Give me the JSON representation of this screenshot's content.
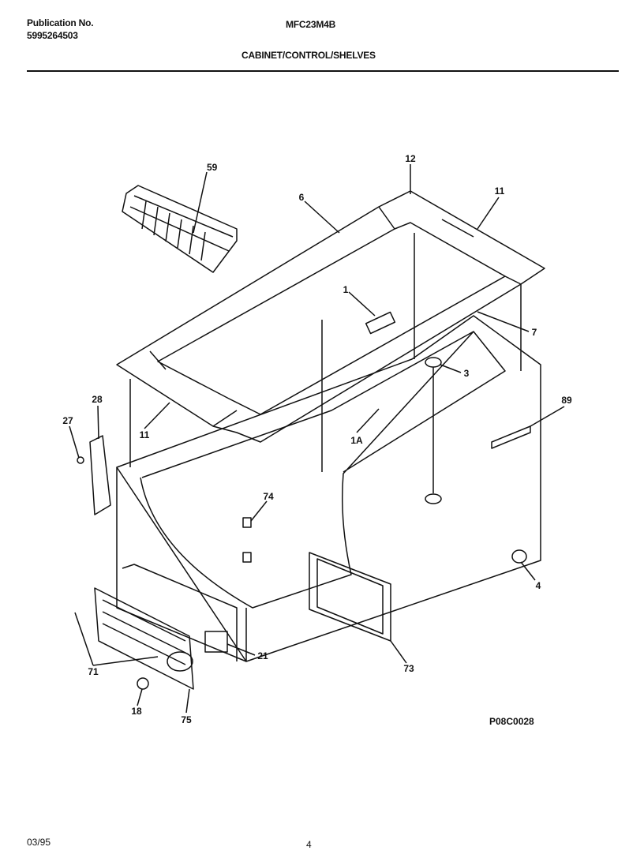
{
  "header": {
    "pub_label": "Publication No.",
    "pub_number": "5995264503",
    "model": "MFC23M4B",
    "section_title": "CABINET/CONTROL/SHELVES"
  },
  "diagram_code": "P08C0028",
  "footer": {
    "date": "03/95",
    "page": "4"
  },
  "callouts": [
    {
      "label": "59"
    },
    {
      "label": "12"
    },
    {
      "label": "6"
    },
    {
      "label": "11"
    },
    {
      "label": "1"
    },
    {
      "label": "7"
    },
    {
      "label": "3"
    },
    {
      "label": "28"
    },
    {
      "label": "89"
    },
    {
      "label": "27"
    },
    {
      "label": "11"
    },
    {
      "label": "1A"
    },
    {
      "label": "74"
    },
    {
      "label": "4"
    },
    {
      "label": "21"
    },
    {
      "label": "71"
    },
    {
      "label": "73"
    },
    {
      "label": "18"
    },
    {
      "label": "75"
    }
  ]
}
